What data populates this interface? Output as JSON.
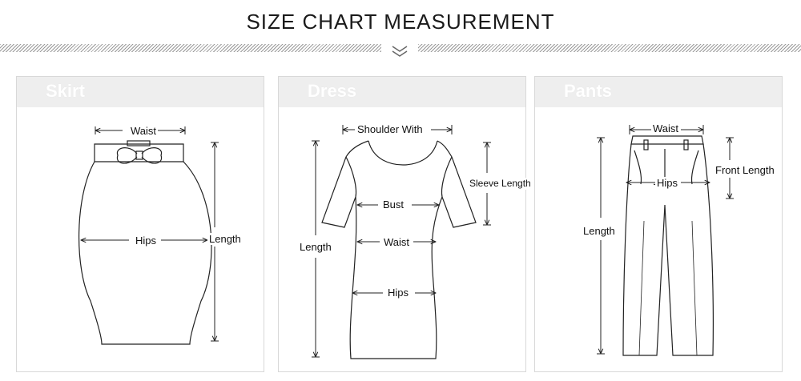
{
  "header": {
    "title": "SIZE CHART MEASUREMENT"
  },
  "icons": {
    "divider_chevron": "double-chevron-down-icon"
  },
  "panels": {
    "skirt": {
      "title": "Skirt",
      "labels": {
        "waist": "Waist",
        "hips": "Hips",
        "length": "Length"
      }
    },
    "dress": {
      "title": "Dress",
      "labels": {
        "shoulder": "Shoulder With",
        "sleeve": "Sleeve Length",
        "bust": "Bust",
        "waist": "Waist",
        "hips": "Hips",
        "length": "Length"
      }
    },
    "pants": {
      "title": "Pants",
      "labels": {
        "waist": "Waist",
        "front_length": "Front Length",
        "hips": "Hips",
        "length": "Length"
      }
    }
  },
  "colors": {
    "panel_header_bg": "#eeeeee",
    "panel_border": "#d8d8d8",
    "line": "#222222"
  }
}
